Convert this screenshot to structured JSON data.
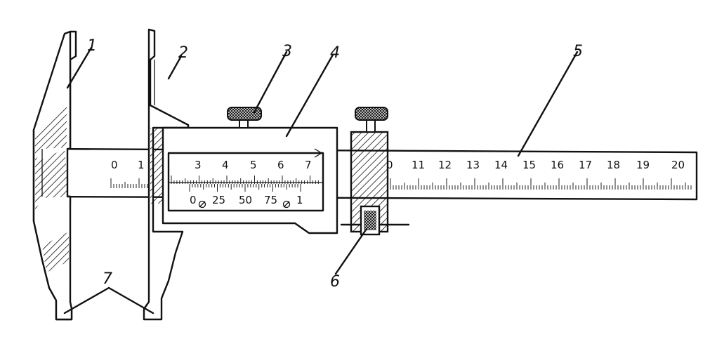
{
  "callouts": [
    "1",
    "2",
    "3",
    "4",
    "5",
    "6",
    "7"
  ],
  "main_scale": {
    "left_labels": [
      "0",
      "1"
    ],
    "window_labels": [
      "3",
      "4",
      "5",
      "6",
      "7"
    ],
    "right_labels": [
      "0",
      "11",
      "12",
      "13",
      "14",
      "15",
      "16",
      "17",
      "18",
      "19",
      "20"
    ]
  },
  "vernier_scale": {
    "labels": [
      "0",
      "25",
      "50",
      "75",
      "1"
    ]
  },
  "colors": {
    "ink": "#111111",
    "paper": "#ffffff"
  }
}
